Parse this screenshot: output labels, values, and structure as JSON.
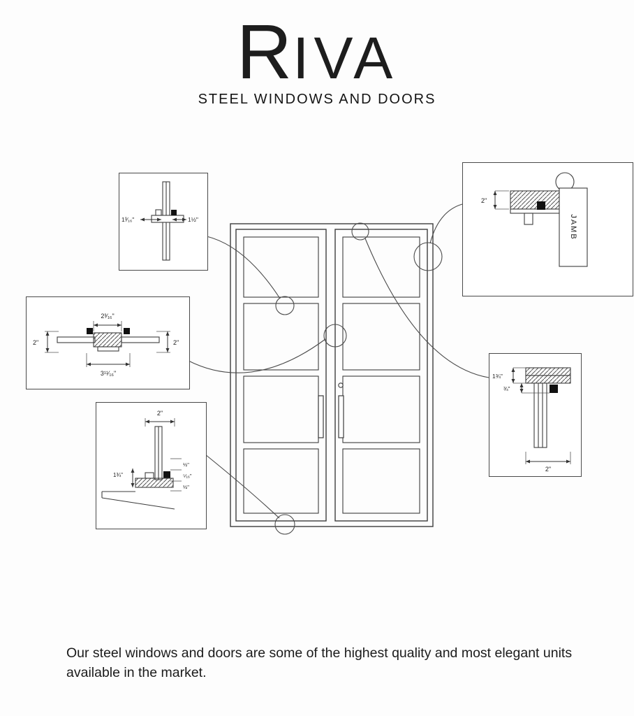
{
  "brand": {
    "initial": "R",
    "rest": "IVA",
    "tagline": "STEEL WINDOWS AND DOORS"
  },
  "details": {
    "mullion": {
      "dim_left": "1³⁄₁₆\"",
      "dim_right": "1½\""
    },
    "jamb": {
      "dim_depth": "2\"",
      "label": "JAMB"
    },
    "meeting_stile": {
      "dim_top": "2³⁄₁₆\"",
      "dim_left": "2\"",
      "dim_right": "2\"",
      "dim_bottom": "3¹¹⁄₁₆\""
    },
    "sill": {
      "dim_top": "2\"",
      "dim_left": "1¾\"",
      "dim_r1": "½\"",
      "dim_r2": "⁵⁄₁₆\"",
      "dim_r3": "½\""
    },
    "head": {
      "dim_a": "1¾\"",
      "dim_b": "¾\"",
      "dim_bottom": "2\""
    }
  },
  "footer": {
    "text": "Our steel windows and doors are some of the highest quality and most elegant units available in the market."
  }
}
